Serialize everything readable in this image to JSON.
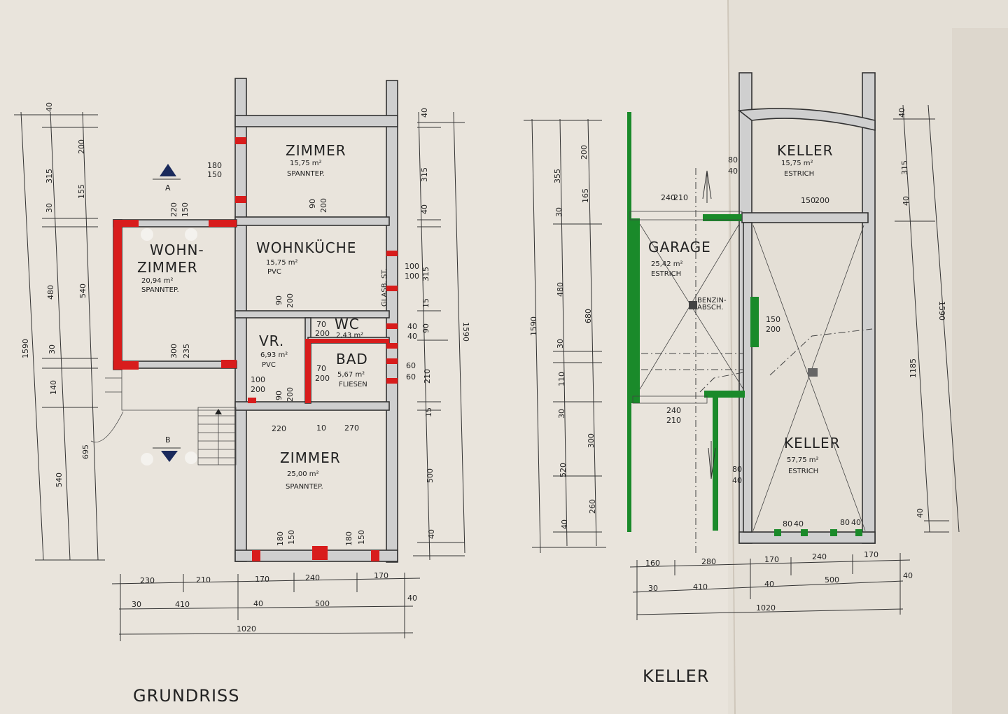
{
  "titles": {
    "ground": "GRUNDRISS",
    "basement": "KELLER"
  },
  "ground": {
    "rooms": [
      {
        "key": "zimmer_top",
        "name": "ZIMMER",
        "area": "15,75 m²",
        "floor": "SPANNTEP."
      },
      {
        "key": "wohnkueche",
        "name": "WOHNKÜCHE",
        "area": "15,75 m²",
        "floor": "PVC"
      },
      {
        "key": "wohnzimmer_1",
        "name": "WOHN-",
        "area": "20,94 m²",
        "floor": "SPANNTEP."
      },
      {
        "key": "wohnzimmer_2",
        "name": "ZIMMER"
      },
      {
        "key": "vr",
        "name": "VR.",
        "area": "6,93 m²",
        "floor": "PVC"
      },
      {
        "key": "wc",
        "name": "WC",
        "area": "2,43 m²"
      },
      {
        "key": "bad",
        "name": "BAD",
        "area": "5,67 m²",
        "floor": "FLIESEN"
      },
      {
        "key": "zimmer_bottom",
        "name": "ZIMMER",
        "area": "25,00 m²",
        "floor": "SPANNTEP."
      }
    ],
    "section_marks": [
      "A",
      "B"
    ],
    "glass_label": "GLASB. ST.",
    "left_dims_outer": [
      "1590"
    ],
    "left_dims_mid": [
      "40",
      "315",
      "30",
      "480",
      "30",
      "140",
      "540"
    ],
    "left_dims_inner": [
      "200",
      "155",
      "540",
      "695"
    ],
    "right_dims_inner": [
      "40",
      "315",
      "40",
      "100",
      "100",
      "315",
      "15",
      "40",
      "40",
      "90",
      "210",
      "60",
      "60",
      "15",
      "500",
      "40"
    ],
    "right_dims_outer": [
      "1590"
    ],
    "openings": [
      "180",
      "150",
      "220",
      "150",
      "90",
      "200",
      "90",
      "200",
      "70",
      "200",
      "70",
      "200",
      "100",
      "200",
      "90",
      "200",
      "300",
      "235",
      "220",
      "10",
      "270",
      "180",
      "150",
      "180",
      "150"
    ],
    "bottom_row1": [
      "230",
      "210",
      "170",
      "240",
      "170"
    ],
    "bottom_row2": [
      "30",
      "410",
      "40",
      "500",
      "40"
    ],
    "bottom_total": "1020"
  },
  "basement": {
    "rooms": [
      {
        "key": "keller_top",
        "name": "KELLER",
        "area": "15,75 m²",
        "floor": "ESTRICH"
      },
      {
        "key": "garage",
        "name": "GARAGE",
        "area": "25,42 m²",
        "floor": "ESTRICH"
      },
      {
        "key": "keller_big",
        "name": "KELLER",
        "area": "57,75 m²",
        "floor": "ESTRICH"
      }
    ],
    "benzin": [
      "BENZIN-",
      "ABSCH."
    ],
    "left_dims_outer": [
      "1590"
    ],
    "left_dims_mid": [
      "355",
      "30",
      "480",
      "30",
      "110",
      "30",
      "520",
      "40"
    ],
    "left_dims_inner": [
      "200",
      "165",
      "680",
      "300",
      "260"
    ],
    "right_dims": [
      "40",
      "315",
      "40",
      "1185",
      "40"
    ],
    "right_total": "1590",
    "openings": [
      "240",
      "210",
      "80",
      "40",
      "150",
      "200",
      "150",
      "200",
      "240",
      "210",
      "80",
      "40",
      "80",
      "40",
      "80",
      "40"
    ],
    "bottom_row1": [
      "160",
      "280",
      "170",
      "240",
      "170"
    ],
    "bottom_row2": [
      "30",
      "410",
      "40",
      "500",
      "40"
    ],
    "bottom_total": "1020"
  }
}
